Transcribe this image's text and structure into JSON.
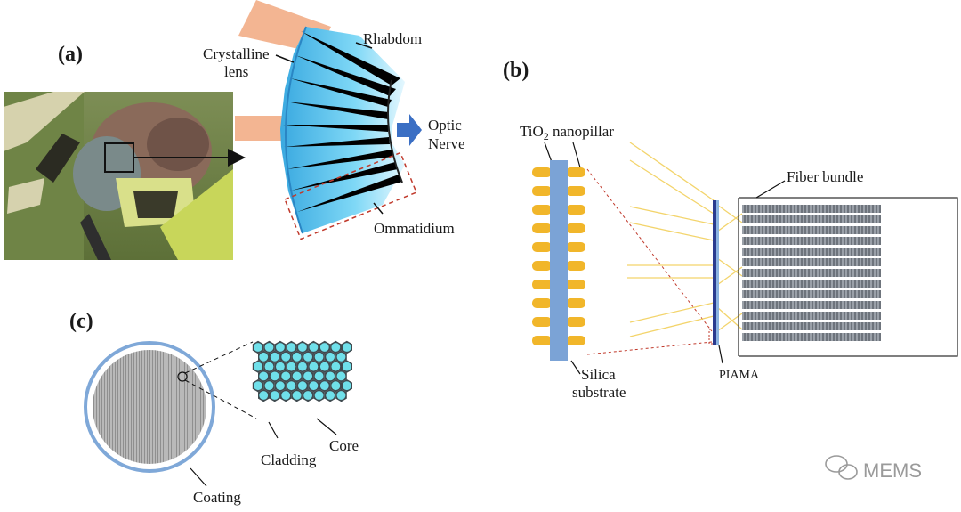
{
  "panels": {
    "a": "(a)",
    "b": "(b)",
    "c": "(c)"
  },
  "panel_a": {
    "rhabdom": "Rhabdom",
    "crystalline_line1": "Crystalline",
    "crystalline_line2": "lens",
    "optic_line1": "Optic",
    "optic_line2": "Nerve",
    "ommatidium": "Ommatidium"
  },
  "panel_b": {
    "nanopillar_prefix": "TiO",
    "nanopillar_sub": "2",
    "nanopillar_suffix": " nanopillar",
    "fiber_bundle": "Fiber bundle",
    "silica_line1": "Silica",
    "silica_line2": "substrate",
    "piama": "PIAMA"
  },
  "panel_c": {
    "cladding": "Cladding",
    "core": "Core",
    "coating": "Coating"
  },
  "watermark": "MEMS",
  "colors": {
    "lens_cyan": "#5fc9ee",
    "fiber_blue": "#7ba3d6",
    "nanopillar_gold": "#f1b62a",
    "ray_yellow": "#f3d46b",
    "beam_salmon": "#f3b592",
    "arrow_blue": "#3b6fc4",
    "hex_cyan": "#6fe0ea",
    "dash_red": "#c0392b"
  },
  "icons": {
    "optic_arrow": "right-arrow-icon",
    "watermark_logo": "wechat-icon"
  }
}
